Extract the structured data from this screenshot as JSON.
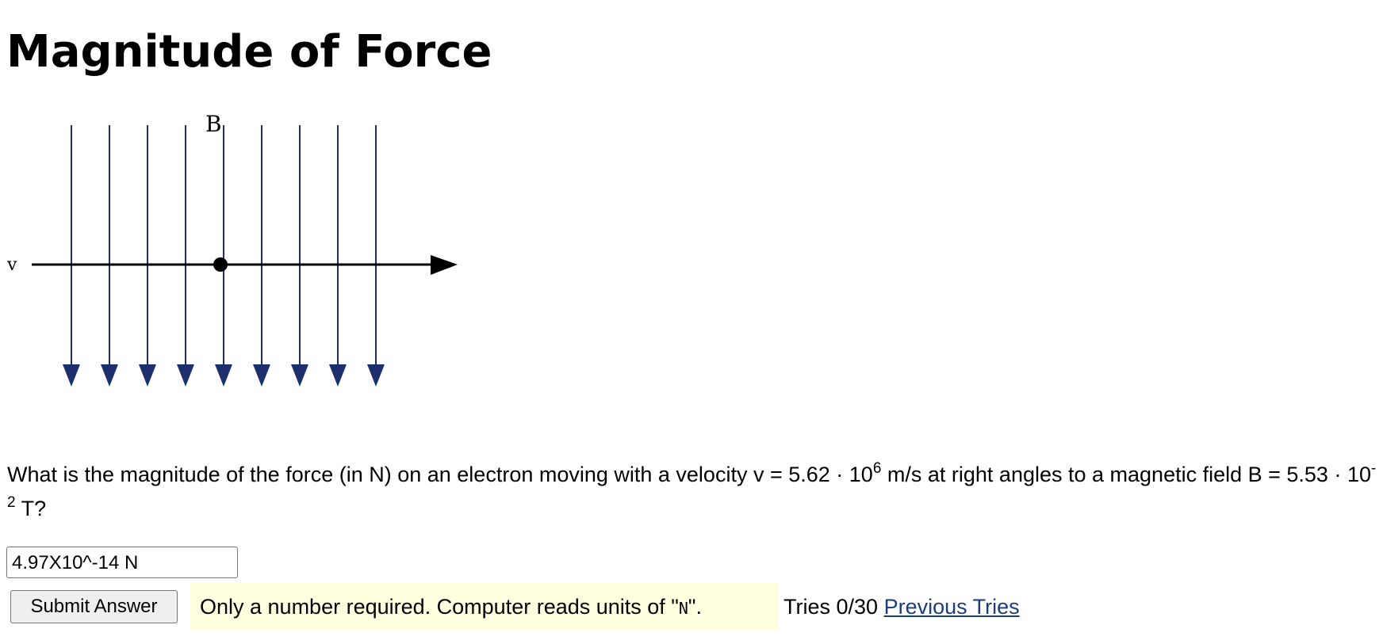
{
  "page": {
    "title": "Magnitude of Force"
  },
  "figure": {
    "b_label": "B",
    "v_label": "v",
    "field_line_count": 9,
    "field_line_color": "#1c2f6e",
    "velocity_arrow_color": "#000000"
  },
  "question": {
    "text_before_v": "What is the magnitude of the force (in N) on an electron moving with a velocity v = 5.62 · 10",
    "v_exponent": "6",
    "text_after_v": " m/s at right angles to a magnetic field B = 5.53 · 10",
    "b_exponent": "-2",
    "text_after_b": " T?"
  },
  "answer": {
    "value": "4.97X10^-14 N"
  },
  "submit": {
    "label": "Submit Answer"
  },
  "hint": {
    "prefix": "Only a number required. Computer reads units of \"",
    "unit": "N",
    "suffix": "\"."
  },
  "tries": {
    "label": "Tries 0/30",
    "previous_link": "Previous Tries"
  }
}
